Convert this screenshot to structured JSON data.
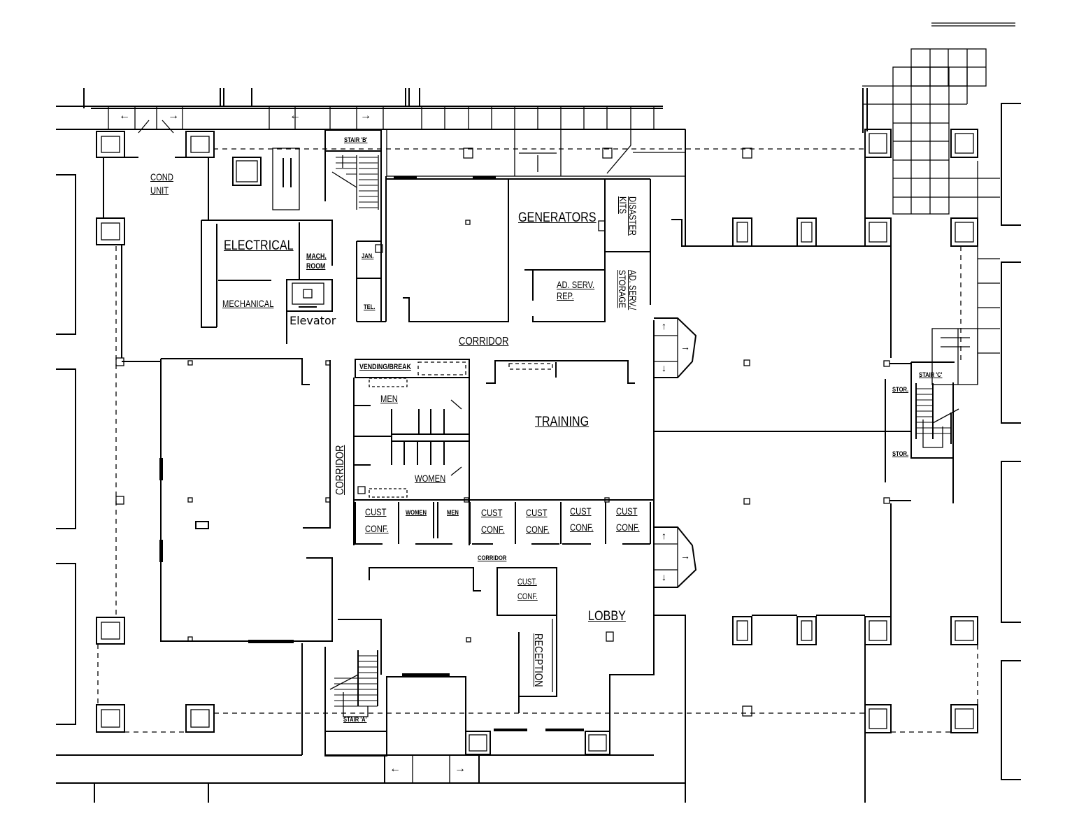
{
  "plan": {
    "type": "architectural floor plan",
    "rooms": {
      "cond_unit": [
        "COND",
        "UNIT"
      ],
      "electrical": "ELECTRICAL",
      "mechanical": "MECHANICAL",
      "mach_room": [
        "MACH.",
        "ROOM"
      ],
      "elevator": "Elevator",
      "stair_b": "STAIR 'B'",
      "jan": "JAN.",
      "tel": "TEL.",
      "generators": "GENERATORS",
      "disaster_kits": [
        "DISASTER",
        "KITS"
      ],
      "ad_serv_rep": [
        "AD. SERV.",
        "REP."
      ],
      "ad_serv_storage": [
        "AD. SERV./",
        "STORAGE"
      ],
      "corridor_north": "CORRIDOR",
      "corridor_west": "CORRIDOR",
      "corridor_south": "CORRIDOR",
      "vending_break": "VENDING/BREAK",
      "men": "MEN",
      "women": "WOMEN",
      "training": "TRAINING",
      "cust_conf_1": [
        "CUST",
        "CONF."
      ],
      "small_women": "WOMEN",
      "small_men": "MEN",
      "cust_conf_2": [
        "CUST",
        "CONF."
      ],
      "cust_conf_3": [
        "CUST",
        "CONF."
      ],
      "cust_conf_4": [
        "CUST",
        "CONF."
      ],
      "cust_conf_5": [
        "CUST",
        "CONF."
      ],
      "cust_conf_lobby": [
        "CUST.",
        "CONF."
      ],
      "lobby": "LOBBY",
      "reception": "RECEPTION",
      "stair_a": "STAIR 'A'",
      "stair_c": "STAIR 'C'",
      "stor_1": "STOR.",
      "stor_2": "STOR."
    },
    "symbols": {
      "arrow_left": "←",
      "arrow_right": "→",
      "arrow_up": "↑",
      "arrow_down": "↓"
    }
  }
}
